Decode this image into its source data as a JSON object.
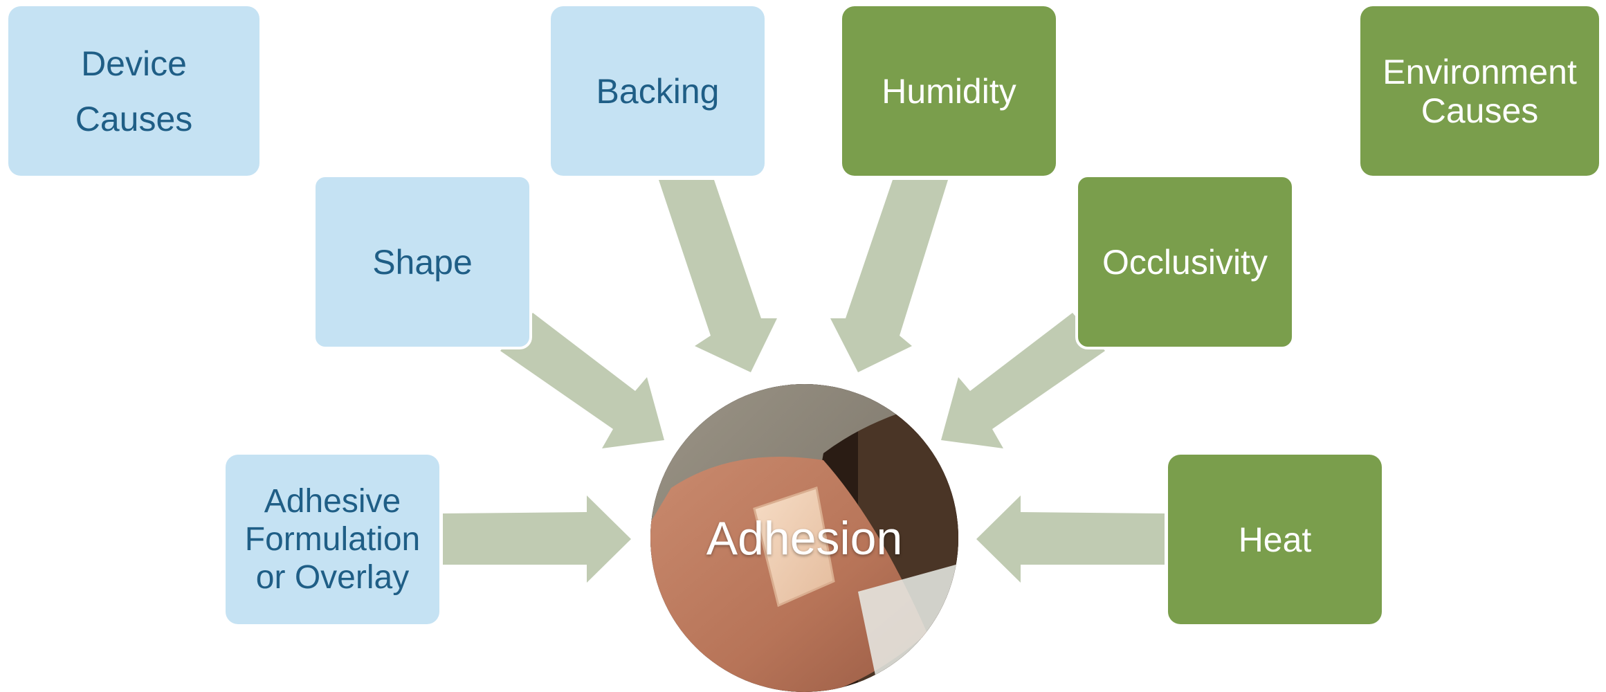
{
  "device_header": {
    "line1": "Device",
    "line2": "Causes"
  },
  "environment_header": {
    "line1": "Environment",
    "line2": "Causes"
  },
  "device_factors": {
    "backing": "Backing",
    "shape": "Shape",
    "adhesive": {
      "line1": "Adhesive",
      "line2": "Formulation",
      "line3": "or Overlay"
    }
  },
  "environment_factors": {
    "humidity": "Humidity",
    "occlusivity": "Occlusivity",
    "heat": "Heat"
  },
  "center": {
    "label": "Adhesion",
    "image": "skin-patch-on-arm-photo"
  },
  "colors": {
    "device_fill": "#c5e2f3",
    "device_text": "#1f5e86",
    "environment_fill": "#7a9e4c",
    "environment_text": "#ffffff",
    "arrow": "#c0cbb2"
  }
}
